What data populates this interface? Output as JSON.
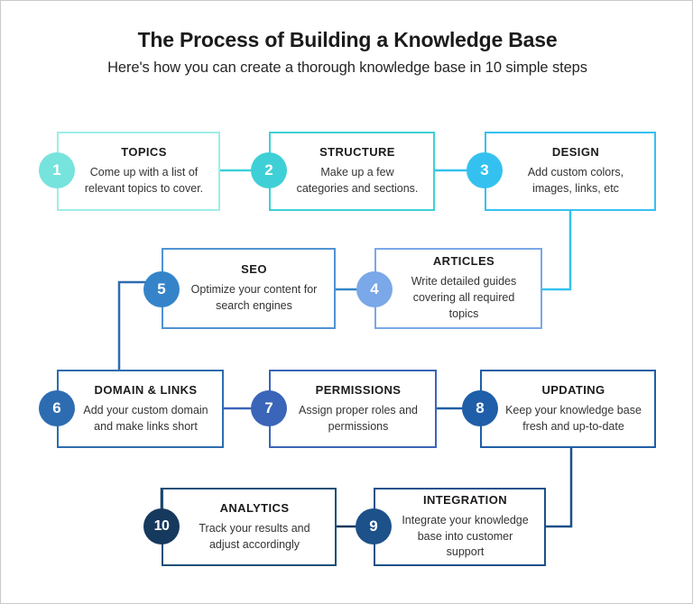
{
  "header": {
    "title": "The Process of Building a Knowledge Base",
    "subtitle": "Here's how you can create a thorough knowledge base in 10 simple steps"
  },
  "palette": {
    "step1": "#76e3dd",
    "step2": "#3ed0d6",
    "step3": "#35c1ef",
    "step4": "#7aa8e8",
    "step5": "#3584c9",
    "step6": "#2d6cb0",
    "step7": "#3a65b8",
    "step8": "#1f5ea8",
    "step9": "#1d5189",
    "step10": "#16395e",
    "text_dark": "#1b1b1b",
    "text_body": "#333333",
    "frame": "#c9c9c9"
  },
  "chart_data": {
    "type": "diagram",
    "title": "The Process of Building a Knowledge Base",
    "layout": "serpentine flowchart, 4 rows, right-to-left alternating",
    "step_count": 10,
    "steps": [
      {
        "number": "1",
        "title": "TOPICS",
        "description": "Come up with a list of relevant topics to cover.",
        "color": "#76e3dd",
        "row": 1
      },
      {
        "number": "2",
        "title": "STRUCTURE",
        "description": "Make up a few categories and sections.",
        "color": "#3ed0d6",
        "row": 1
      },
      {
        "number": "3",
        "title": "DESIGN",
        "description": "Add custom colors, images, links, etc",
        "color": "#35c1ef",
        "row": 1
      },
      {
        "number": "4",
        "title": "ARTICLES",
        "description": "Write detailed guides covering all required topics",
        "color": "#7aa8e8",
        "row": 2
      },
      {
        "number": "5",
        "title": "SEO",
        "description": "Optimize your content for search engines",
        "color": "#3584c9",
        "row": 2
      },
      {
        "number": "6",
        "title": "DOMAIN & LINKS",
        "description": "Add your custom domain and make links short",
        "color": "#2d6cb0",
        "row": 3
      },
      {
        "number": "7",
        "title": "PERMISSIONS",
        "description": "Assign proper roles and permissions",
        "color": "#3a65b8",
        "row": 3
      },
      {
        "number": "8",
        "title": "UPDATING",
        "description": "Keep your knowledge base fresh and up-to-date",
        "color": "#1f5ea8",
        "row": 3
      },
      {
        "number": "9",
        "title": "INTEGRATION",
        "description": "Integrate your knowledge base into customer support",
        "color": "#1d5189",
        "row": 4
      },
      {
        "number": "10",
        "title": "ANALYTICS",
        "description": "Track your results and adjust accordingly",
        "color": "#16395e",
        "row": 4
      }
    ],
    "connections": [
      {
        "from": "1",
        "to": "2"
      },
      {
        "from": "2",
        "to": "3"
      },
      {
        "from": "3",
        "to": "4"
      },
      {
        "from": "4",
        "to": "5"
      },
      {
        "from": "5",
        "to": "6"
      },
      {
        "from": "6",
        "to": "7"
      },
      {
        "from": "7",
        "to": "8"
      },
      {
        "from": "8",
        "to": "9"
      },
      {
        "from": "9",
        "to": "10"
      }
    ]
  }
}
